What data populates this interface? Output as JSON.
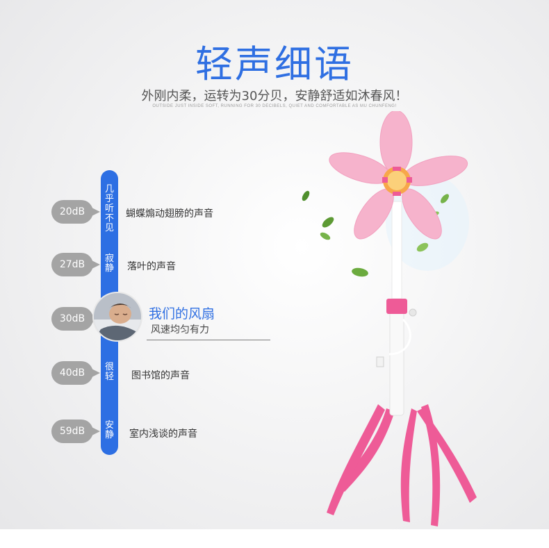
{
  "heading": {
    "title": "轻声细语",
    "subtitle": "外刚内柔，运转为30分贝，安静舒适如沐春风！",
    "caption": "OUTSIDE JUST INSIDE SOFT, RUNNING FOR 30 DECIBELS, QUIET AND COMFORTABLE AS MU CHUNFENG!"
  },
  "scale": {
    "levels": [
      {
        "db": "20dB",
        "category": "几乎听不见",
        "desc": "蝴蝶煽动翅膀的声音"
      },
      {
        "db": "27dB",
        "category": "寂静",
        "desc": "落叶的声音"
      },
      {
        "db": "30dB",
        "category": "",
        "desc": ""
      },
      {
        "db": "40dB",
        "category": "很轻",
        "desc": "图书馆的声音"
      },
      {
        "db": "59dB",
        "category": "安静",
        "desc": "室内浅谈的声音"
      }
    ],
    "highlight": {
      "title": "我们的风扇",
      "subtitle": "风速均匀有力"
    }
  },
  "colors": {
    "accent": "#2f6fe2",
    "badge": "#a4a4a4",
    "fan_pink": "#ee5b97",
    "blade_pink": "#f6b3cc"
  },
  "icons": {
    "avatar": "sleeping-person-avatar",
    "product": "pink-standing-fan"
  }
}
